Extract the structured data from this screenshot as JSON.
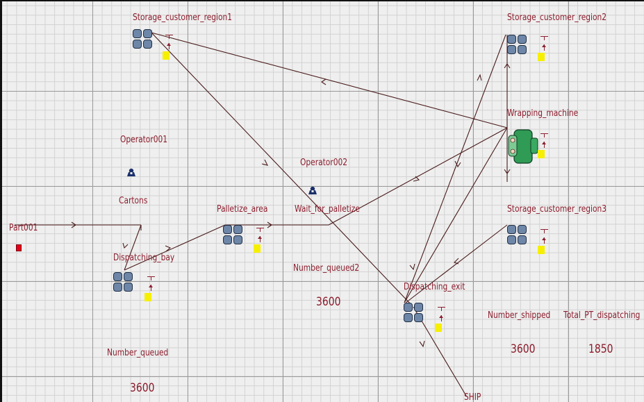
{
  "labels": {
    "storage_customer_region1": "Storage_customer_region1",
    "storage_customer_region2": "Storage_customer_region2",
    "storage_customer_region3": "Storage_customer_region3",
    "wrapping_machine": "Wrapping_machine",
    "operator001": "Operator001",
    "operator002": "Operator002",
    "cartons": "Cartons",
    "palletize_area": "Palletize_area",
    "wait_for_palletize": "Wait_for_palletize",
    "part001": "Part001",
    "dispatching_bay": "Dispatching_bay",
    "number_queued2": "Number_queued2",
    "dispatching_exit": "Dispatching_exit",
    "number_shipped": "Number_shipped",
    "total_pt_dispatching": "Total_PT_dispatching",
    "number_queued": "Number_queued",
    "ship": "SHIP"
  },
  "values": {
    "number_queued2": "3600",
    "number_shipped": "3600",
    "total_pt_dispatching": "1850",
    "number_queued": "3600"
  },
  "colors": {
    "label_text": "#8b1d2c",
    "queue_fill": "#6e87a8",
    "status_light": "#f6ef00",
    "part": "#e4001a",
    "machine": "#2f9b55"
  }
}
